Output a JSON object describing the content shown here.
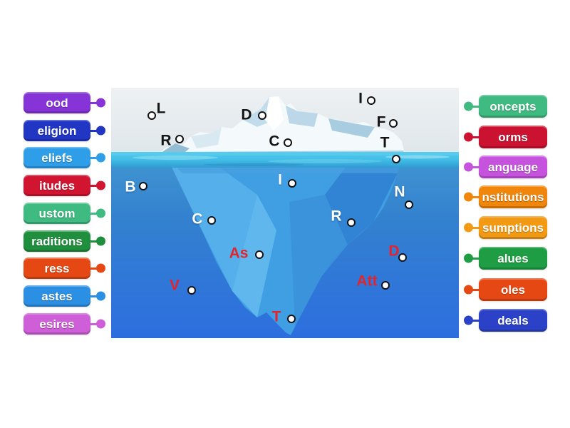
{
  "activity_type": "labelled-diagram",
  "left_labels": [
    {
      "text": "ood",
      "color": "#8633d8"
    },
    {
      "text": "eligion",
      "color": "#2236c4"
    },
    {
      "text": "eliefs",
      "color": "#2f9ee8"
    },
    {
      "text": "itudes",
      "color": "#d11430"
    },
    {
      "text": "ustom",
      "color": "#3fba80"
    },
    {
      "text": "raditions",
      "color": "#1f8f3e"
    },
    {
      "text": "ress",
      "color": "#e64813"
    },
    {
      "text": "astes",
      "color": "#2b8fe4"
    },
    {
      "text": "esires",
      "color": "#cf5fd9"
    }
  ],
  "right_labels": [
    {
      "text": "oncepts",
      "color": "#3fba80"
    },
    {
      "text": "orms",
      "color": "#cc1231"
    },
    {
      "text": "anguage",
      "color": "#c653dd"
    },
    {
      "text": "nstitutions",
      "color": "#f0860b"
    },
    {
      "text": "sumptions",
      "color": "#f39a15"
    },
    {
      "text": "alues",
      "color": "#1f9d44"
    },
    {
      "text": "oles",
      "color": "#e64813"
    },
    {
      "text": "deals",
      "color": "#2b42c8"
    }
  ],
  "pins": [
    {
      "letter": "L",
      "color": "#141414"
    },
    {
      "letter": "D",
      "color": "#141414"
    },
    {
      "letter": "I",
      "color": "#141414"
    },
    {
      "letter": "R",
      "color": "#141414"
    },
    {
      "letter": "C",
      "color": "#141414"
    },
    {
      "letter": "F",
      "color": "#141414"
    },
    {
      "letter": "T",
      "color": "#141414"
    },
    {
      "letter": "B",
      "color": "#ffffff"
    },
    {
      "letter": "I",
      "color": "#ffffff"
    },
    {
      "letter": "N",
      "color": "#ffffff"
    },
    {
      "letter": "C",
      "color": "#ffffff"
    },
    {
      "letter": "R",
      "color": "#ffffff"
    },
    {
      "letter": "As",
      "color": "#e2252c"
    },
    {
      "letter": "D",
      "color": "#e2252c"
    },
    {
      "letter": "V",
      "color": "#e2252c"
    },
    {
      "letter": "Att",
      "color": "#e2252c"
    },
    {
      "letter": "T",
      "color": "#e2252c"
    }
  ],
  "scene": {
    "description": "iceberg above and below waterline",
    "sky_color": "#e9eef1",
    "waterline_color": "#41bfe8",
    "water_top_color": "#4196d0",
    "water_bottom_color": "#2d6edf",
    "iceberg_above_color": "#f4f9fc",
    "iceberg_below_color": "#3f9fe2"
  }
}
